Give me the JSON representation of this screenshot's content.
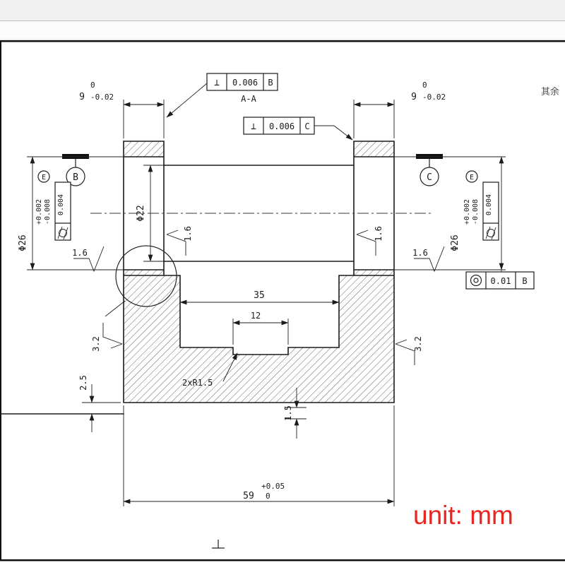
{
  "labels": {
    "section": "A-A",
    "others_note": "其余",
    "unit_note": "unit: mm"
  },
  "fcf": {
    "perp_left": {
      "symbol": "⊥",
      "value": "0.006",
      "datum": "B"
    },
    "perp_right": {
      "symbol": "⊥",
      "value": "0.006",
      "datum": "C"
    },
    "concentricity": {
      "symbol_name": "concentricity-double-circle",
      "value": "0.01",
      "datum": "B"
    }
  },
  "datums": {
    "left": "B",
    "right": "C"
  },
  "dimensions": {
    "end_width_left": {
      "nominal": "9",
      "upper_tol": "0",
      "lower_tol": "-0.02"
    },
    "end_width_right": {
      "nominal": "9",
      "upper_tol": "0",
      "lower_tol": "-0.02"
    },
    "bore": "Φ22",
    "od_left": {
      "nominal": "Φ26",
      "upper_tol": "+0.002",
      "lower_tol": "-0.008",
      "envelope": "E",
      "form_value": "0.004"
    },
    "od_right": {
      "nominal": "Φ26",
      "upper_tol": "+0.002",
      "lower_tol": "-0.008",
      "envelope": "E",
      "form_value": "0.004"
    },
    "slot_width": "35",
    "recess_width": "12",
    "corner_radius": "2xR1.5",
    "step_height": "2.5",
    "recess_depth": "1.5",
    "overall_length": {
      "nominal": "59",
      "upper_tol": "+0.05",
      "lower_tol": "0"
    }
  },
  "roughness": {
    "bore_left": "1.6",
    "bore_right": "1.6",
    "end_face_left": "1.6",
    "end_face_right": "1.6",
    "side_left": "3.2",
    "side_right": "3.2"
  },
  "colors": {
    "accent_red": "#e8251f",
    "line": "#1b1b1b"
  }
}
